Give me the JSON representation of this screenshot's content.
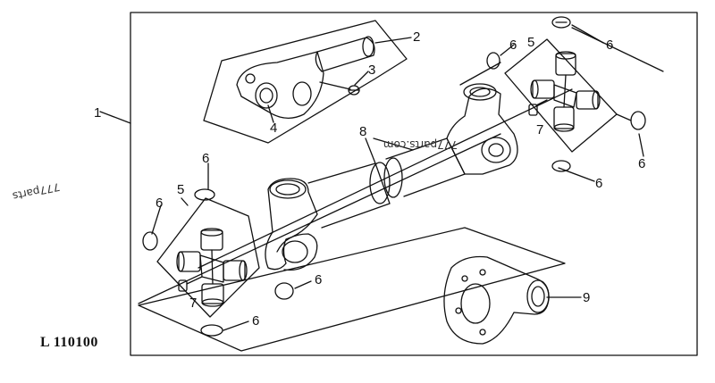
{
  "figure_id": "L 110100",
  "watermarks": [
    "777parts.com",
    "777parts"
  ],
  "callouts": [
    "1",
    "2",
    "3",
    "4",
    "5",
    "5",
    "6",
    "6",
    "6",
    "6",
    "6",
    "6",
    "6",
    "6",
    "7",
    "7",
    "8",
    "9"
  ]
}
